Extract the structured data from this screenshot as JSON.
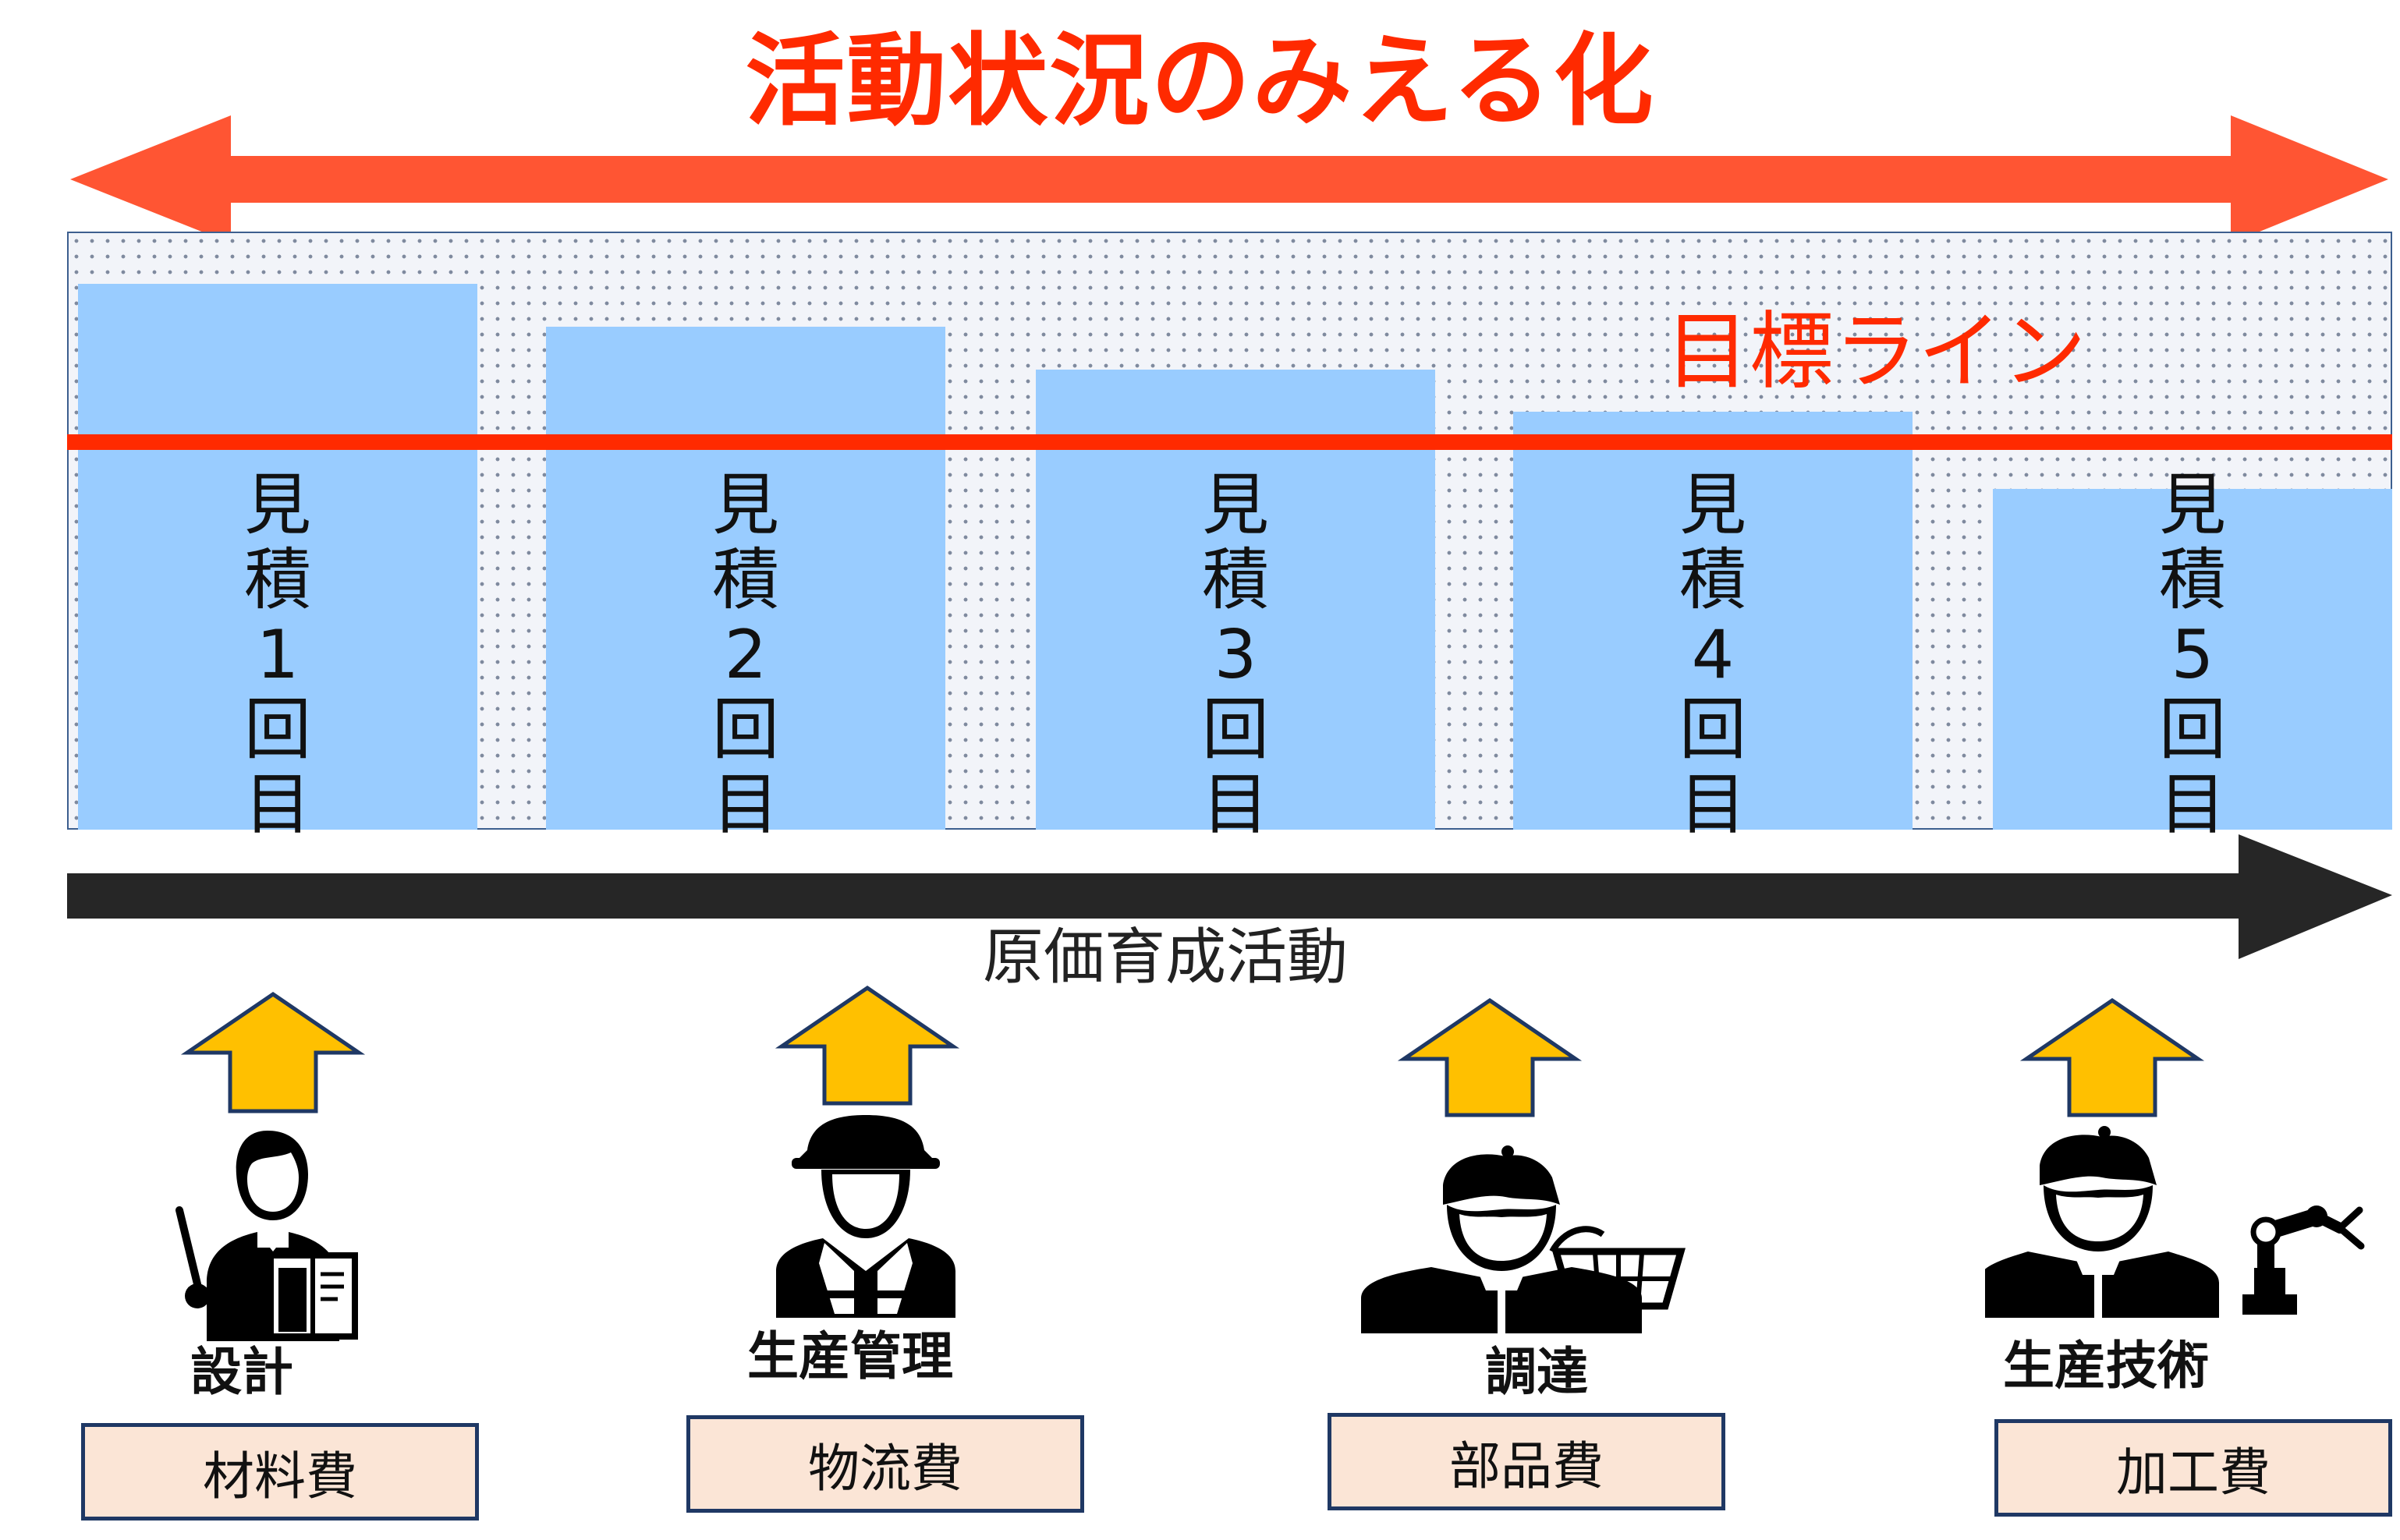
{
  "title": "活動状況のみえる化",
  "colors": {
    "title": "#ff2a00",
    "top_arrow": "#ff5533",
    "bar": "#99ccff",
    "target_line": "#ff2a00",
    "target_text": "#ff2a00",
    "timeline_arrow": "#262626",
    "up_arrow_fill": "#ffc000",
    "up_arrow_stroke": "#1f3864",
    "cost_box_fill": "#fbe5d6",
    "cost_box_border": "#1f3864"
  },
  "target_label": "目標ライン",
  "timeline_label": "原価育成活動",
  "estimates": [
    {
      "chars": [
        "見",
        "積",
        "1",
        "回",
        "目"
      ],
      "level": 1.0
    },
    {
      "chars": [
        "見",
        "積",
        "2",
        "回",
        "目"
      ],
      "level": 0.922
    },
    {
      "chars": [
        "見",
        "積",
        "3",
        "回",
        "目"
      ],
      "level": 0.843
    },
    {
      "chars": [
        "見",
        "積",
        "4",
        "回",
        "目"
      ],
      "level": 0.765
    },
    {
      "chars": [
        "見",
        "積",
        "5",
        "回",
        "目"
      ],
      "level": 0.624
    }
  ],
  "target_level": 0.71,
  "roles": [
    {
      "name": "設計",
      "cost": "材料費",
      "icon": "designer-with-pointer-and-book-icon"
    },
    {
      "name": "生産管理",
      "cost": "物流費",
      "icon": "worker-with-hardhat-and-vest-icon"
    },
    {
      "name": "調達",
      "cost": "部品費",
      "icon": "buyer-with-shopping-basket-icon"
    },
    {
      "name": "生産技術",
      "cost": "加工費",
      "icon": "engineer-with-robot-arm-icon"
    }
  ]
}
